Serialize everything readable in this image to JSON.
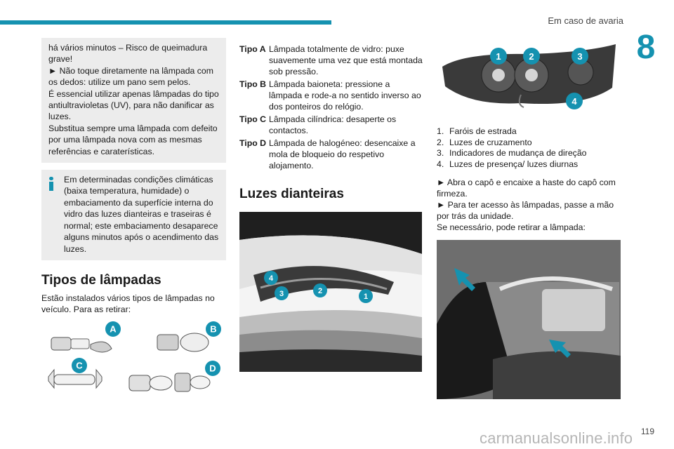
{
  "header": {
    "section_title": "Em caso de avaria",
    "chapter": "8"
  },
  "warning": {
    "lines": [
      "há vários minutos – Risco de queimadura grave!",
      "► Não toque diretamente na lâmpada com os dedos: utilize um pano sem pelos.",
      "É essencial utilizar apenas lâmpadas do tipo antiultravioletas (UV), para não danificar as luzes.",
      "Substitua sempre uma lâmpada com defeito por uma lâmpada nova com as mesmas referências e caraterísticas."
    ]
  },
  "info": {
    "icon": "info-icon",
    "text": "Em determinadas condições climáticas (baixa temperatura, humidade) o embaciamento da superfície interna do vidro das luzes dianteiras e traseiras é normal; este embaciamento desaparece alguns minutos após o acendimento das luzes."
  },
  "lamp_types": {
    "title": "Tipos de lâmpadas",
    "intro": "Estão instalados vários tipos de lâmpadas no veículo. Para as retirar:",
    "badges": [
      "A",
      "B",
      "C",
      "D"
    ],
    "items": [
      {
        "key": "Tipo A",
        "text": "Lâmpada totalmente de vidro: puxe suavemente uma vez que está montada sob pressão."
      },
      {
        "key": "Tipo B",
        "text": "Lâmpada baioneta: pressione a lâmpada e rode-a no sentido inverso ao dos ponteiros do relógio."
      },
      {
        "key": "Tipo C",
        "text": "Lâmpada cilíndrica: desaperte os contactos."
      },
      {
        "key": "Tipo D",
        "text": "Lâmpada de halogéneo: desencaixe a mola de bloqueio do respetivo alojamento."
      }
    ]
  },
  "front_lights": {
    "title": "Luzes dianteiras",
    "car_labels": [
      "4",
      "3",
      "2",
      "1"
    ],
    "headlamp_labels": [
      "1",
      "2",
      "3",
      "4"
    ],
    "list": [
      {
        "n": "1.",
        "text": "Faróis de estrada"
      },
      {
        "n": "2.",
        "text": "Luzes de cruzamento"
      },
      {
        "n": "3.",
        "text": "Indicadores de mudança de direção"
      },
      {
        "n": "4.",
        "text": "Luzes de presença/ luzes diurnas"
      }
    ],
    "steps": [
      "► Abra o capô e encaixe a haste do capô com firmeza.",
      "► Para ter acesso às lâmpadas, passe a mão por trás da unidade.",
      "Se necessário, pode retirar a lâmpada:"
    ]
  },
  "footer": {
    "page_number": "119",
    "watermark": "carmanualsonline.info"
  },
  "colors": {
    "accent": "#1592b0",
    "box": "#ececec"
  }
}
